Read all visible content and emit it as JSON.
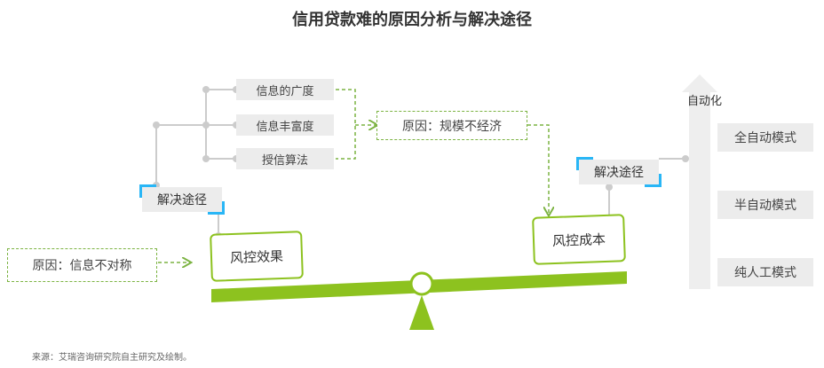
{
  "title": "信用贷款难的原因分析与解决途径",
  "left": {
    "cause_label": "原因：信息不对称",
    "solution_label": "解决途径",
    "effect_label": "风控效果",
    "info_items": [
      "信息的广度",
      "信息丰富度",
      "授信算法"
    ]
  },
  "right": {
    "cause_label": "原因：规模不经济",
    "solution_label": "解决途径",
    "cost_label": "风控成本",
    "automation_label": "自动化",
    "modes": [
      "全自动模式",
      "半自动模式",
      "纯人工模式"
    ]
  },
  "source": "来源：艾瑞咨询研究院自主研究及绘制。",
  "colors": {
    "accent_green": "#8dc21f",
    "dashed_green": "#7cb342",
    "corner_blue": "#29b6f6",
    "box_gray": "#ececec",
    "connector_gray": "#cccccc"
  }
}
